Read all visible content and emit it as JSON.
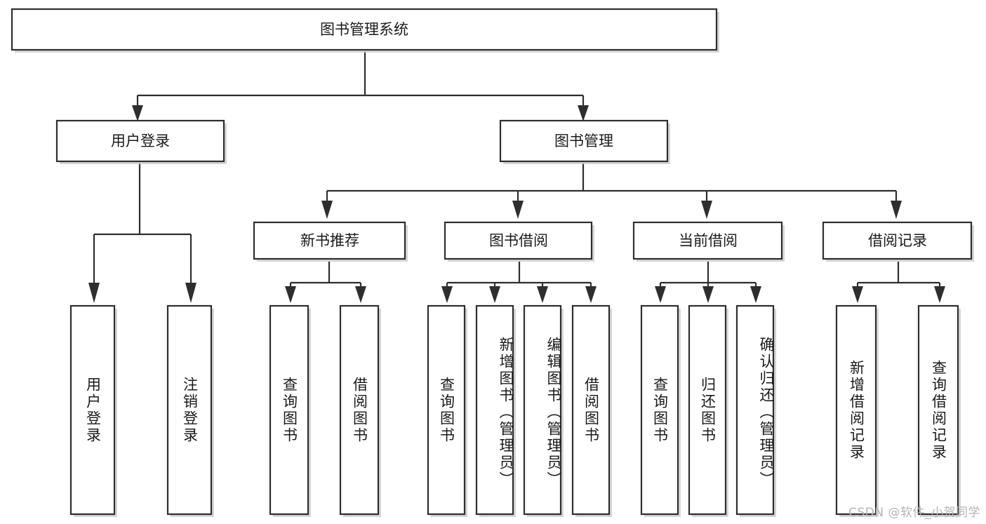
{
  "diagram": {
    "type": "tree",
    "title": "图书管理系统",
    "root": {
      "label": "图书管理系统"
    },
    "level2": [
      {
        "label": "用户登录"
      },
      {
        "label": "图书管理"
      }
    ],
    "level3": [
      {
        "label": "新书推荐"
      },
      {
        "label": "图书借阅"
      },
      {
        "label": "当前借阅"
      },
      {
        "label": "借阅记录"
      }
    ],
    "leaves": {
      "user_login": [
        "用户登录",
        "注销登录"
      ],
      "new_book_recommend": [
        "查询图书",
        "借阅图书"
      ],
      "book_borrow": [
        "查询图书",
        "新增图书（管理员）",
        "编辑图书（管理员）",
        "借阅图书"
      ],
      "current_borrow": [
        "查询图书",
        "归还图书",
        "确认归还（管理员）"
      ],
      "borrow_record": [
        "新增借阅记录",
        "查询借阅记录"
      ]
    },
    "colors": {
      "box_stroke": "#2e2e2e",
      "box_fill": "#ffffff",
      "connector": "#2e2e2e",
      "text": "#1a1a1a",
      "watermark": "#b4b4b4",
      "background": "#ffffff"
    }
  },
  "watermark": {
    "text": "CSDN @软件_小贺同学"
  }
}
